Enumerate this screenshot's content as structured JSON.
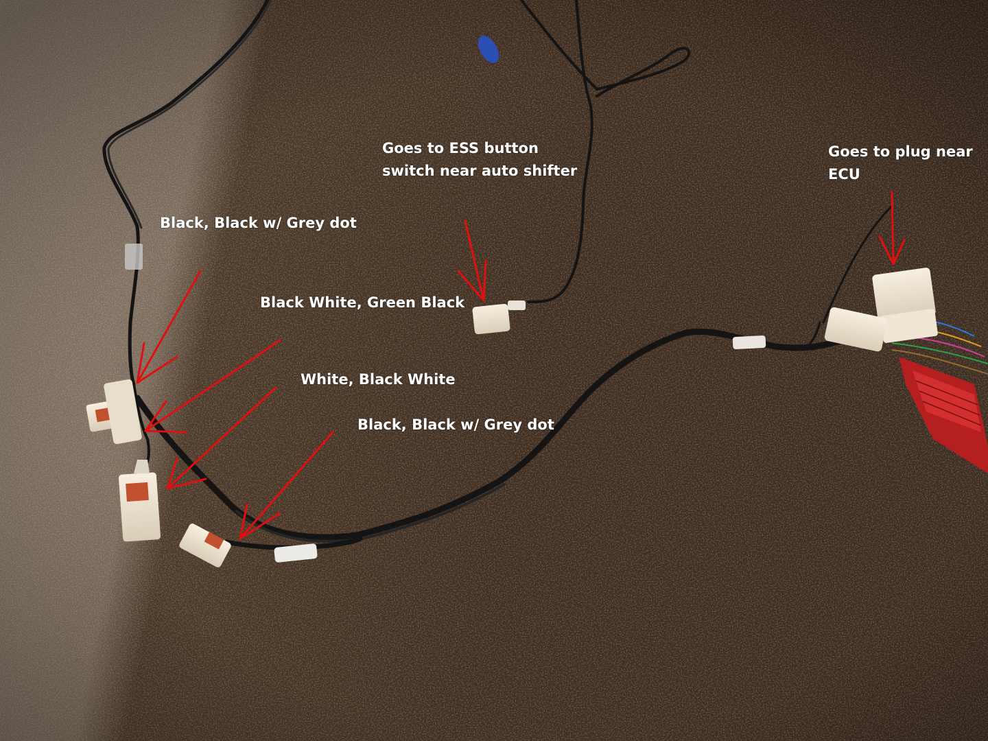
{
  "annotations": {
    "ess_line1": "Goes to ESS button",
    "ess_line2": "switch near auto shifter",
    "ecu_line1": "Goes to plug near",
    "ecu_line2": "ECU",
    "label_top": "Black, Black w/ Grey dot",
    "label_green": "Black White, Green Black",
    "label_white": "White, Black White",
    "label_bottom": "Black, Black w/ Grey dot"
  },
  "colors": {
    "carpet_light": "#8a7a6c",
    "carpet_dark": "#3b2a1f",
    "wire": "#161616",
    "connector": "#efe6d3",
    "connector_tab": "#c0502e",
    "arrow": "#e01010",
    "ecu_plug": "#c02222",
    "text": "#ffffff"
  }
}
